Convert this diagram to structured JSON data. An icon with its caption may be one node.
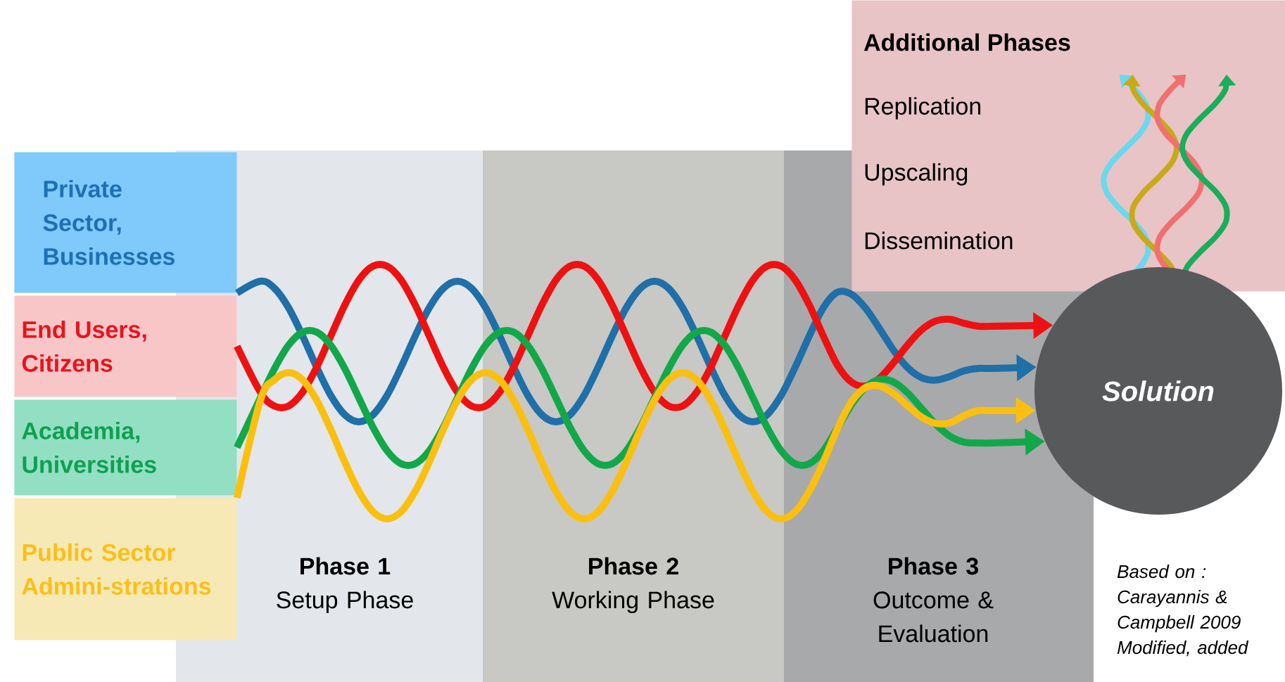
{
  "diagram": {
    "nodes": [
      {
        "text": [
          "Private Sector, Businesses"
        ]
      },
      {
        "text": [
          "End Users, Citizens"
        ]
      },
      {
        "text": [
          "Academia, Universities"
        ]
      },
      {
        "text": [
          "Public Sector Admini-strations"
        ]
      },
      {
        "text": [
          "Phase 1",
          "Setup Phase"
        ]
      },
      {
        "text": [
          "Phase 2",
          "Working Phase"
        ]
      },
      {
        "text": [
          "Phase 3",
          "Outcome & Evaluation"
        ]
      },
      {
        "text": [
          "Solution"
        ]
      },
      {
        "text": [
          "Additional Phases",
          "Replication",
          "Upscaling",
          "Dissemination"
        ]
      }
    ],
    "edges": [
      {
        "from": 0,
        "to": 7,
        "arrow": "to",
        "color": "#1f6fa8"
      },
      {
        "from": 1,
        "to": 7,
        "arrow": "to",
        "color": "#ee1111"
      },
      {
        "from": 2,
        "to": 7,
        "arrow": "to",
        "color": "#12a84a"
      },
      {
        "from": 3,
        "to": 7,
        "arrow": "to",
        "color": "#fbbf10"
      }
    ],
    "labels": [
      "Based on : Carayannis & Campbell 2009 Modified, added"
    ]
  }
}
